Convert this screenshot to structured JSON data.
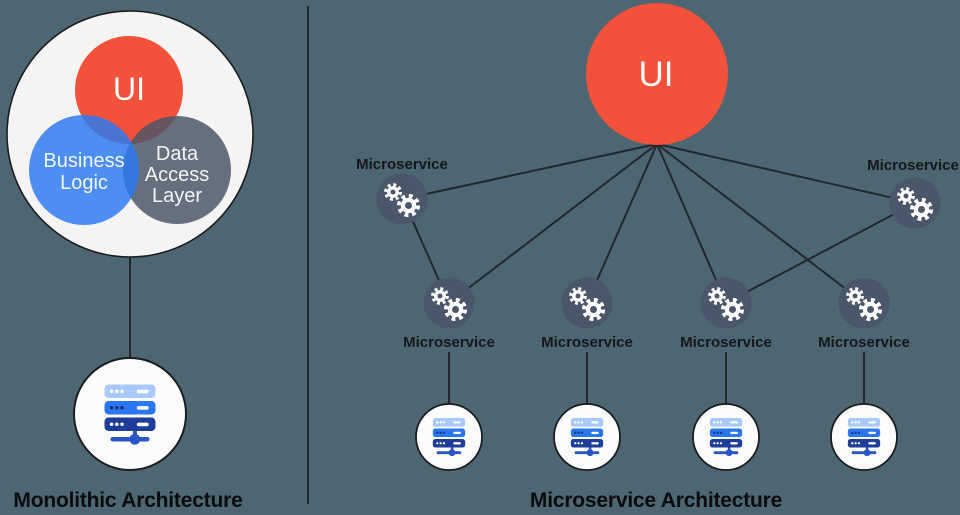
{
  "left_panel": {
    "title": "Monolithic Architecture",
    "ui_label": "UI",
    "business_logic": {
      "line1": "Business",
      "line2": "Logic"
    },
    "data_access": {
      "line1": "Data",
      "line2": "Access",
      "line3": "Layer"
    }
  },
  "right_panel": {
    "title": "Microservice Architecture",
    "ui_label": "UI",
    "node_label": "Microservice"
  },
  "icons": {
    "microservice_node": "gears-icon",
    "database_node": "stacked-servers-icon"
  },
  "colors": {
    "background": "#4d6671",
    "ui_red": "#f4513b",
    "business_blue": "#2b7af2",
    "data_access_slate": "#4a5568",
    "node_slate": "#4a5669",
    "monolith_fill": "#f5f4f2",
    "db_fill": "#fcfcfc",
    "line": "#23262d",
    "outline": "#1a1d22",
    "title_text": "#0a0c10",
    "label_text": "#15171c",
    "server_light": "#a9c8fb",
    "server_mid": "#2b76f3",
    "server_dark": "#1d3d99",
    "server_connector": "#2a55c4"
  }
}
